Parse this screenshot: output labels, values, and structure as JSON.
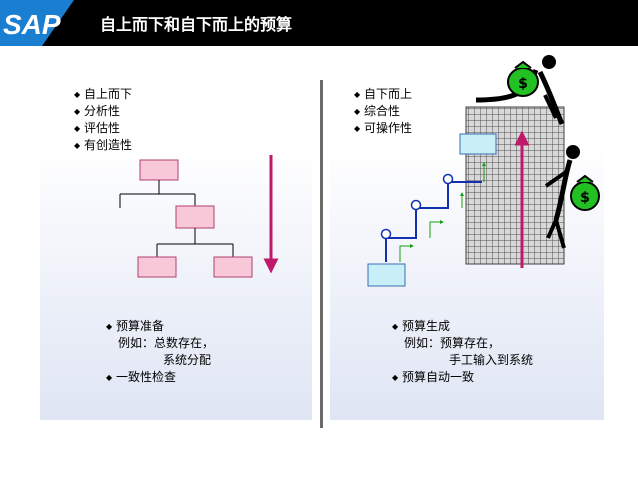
{
  "header": {
    "logo_text": "SAP",
    "title": "自上而下和自下而上的预算",
    "background": "#000000",
    "logo_color": "#1a7fd0"
  },
  "left": {
    "features": [
      "自上而下",
      "分析性",
      "评估性",
      "有创造性"
    ],
    "notes": {
      "item1": "预算准备",
      "example_label": "例如：总数存在，",
      "example_cont": "系统分配",
      "item2": "一致性检查"
    }
  },
  "right": {
    "features": [
      "自下而上",
      "综合性",
      "可操作性"
    ],
    "notes": {
      "item1": "预算生成",
      "example_label": "例如：预算存在，",
      "example_cont": "手工输入到系统",
      "item2": "预算自动一致"
    }
  },
  "colors": {
    "box_fill": "#f8c8d8",
    "box_stroke": "#b04070",
    "arrow": "#c0186a",
    "step_box_fill": "#c8eef8",
    "step_stroke": "#1030b0",
    "green_arrow": "#14a014",
    "money_bag": "#22c022"
  }
}
